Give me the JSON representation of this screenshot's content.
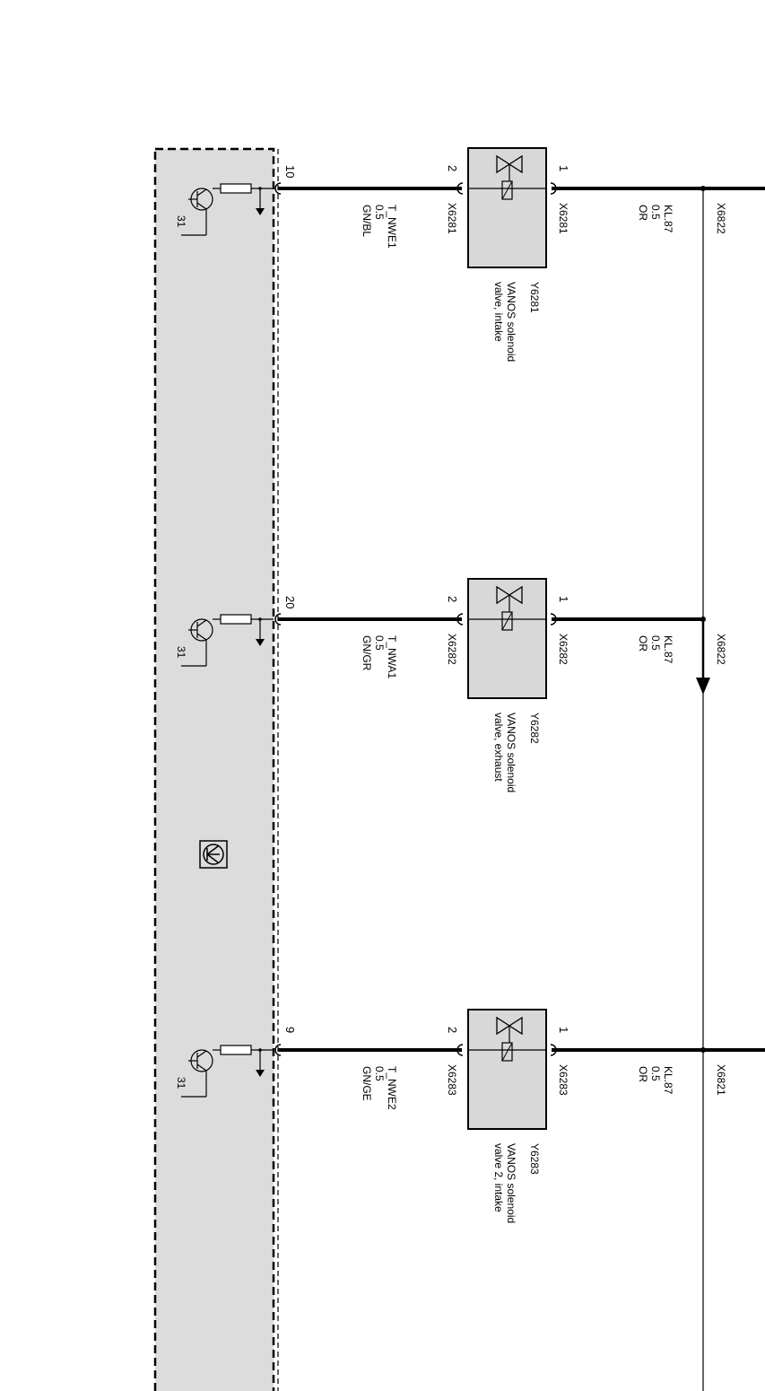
{
  "colors": {
    "module_fill": "#dcdcdc",
    "component_fill": "#d8d8d8",
    "line": "#000000"
  },
  "module": {
    "ground_icon": "ground-symbol-icon"
  },
  "channels": [
    {
      "ecu_pin": "10",
      "ground": "31",
      "signal": {
        "name": "T_NWE1",
        "size": "0.5",
        "color": "GN/BL"
      },
      "connector_low": "X6281",
      "pin_low": "2",
      "valve_icon": "solenoid-valve-icon",
      "pin_high": "1",
      "connector_high": "X6281",
      "supply": {
        "name": "KL.87",
        "size": "0.5",
        "color": "OR"
      },
      "splice": "X6822",
      "component": {
        "id": "Y6281",
        "desc1": "VANOS solenoid",
        "desc2": "valve, intake"
      }
    },
    {
      "ecu_pin": "20",
      "ground": "31",
      "signal": {
        "name": "T_NWA1",
        "size": "0.5",
        "color": "GN/GR"
      },
      "connector_low": "X6282",
      "pin_low": "2",
      "valve_icon": "solenoid-valve-icon",
      "pin_high": "1",
      "connector_high": "X6282",
      "supply": {
        "name": "KL.87",
        "size": "0.5",
        "color": "OR"
      },
      "splice": "X6822",
      "component": {
        "id": "Y6282",
        "desc1": "VANOS solenoid",
        "desc2": "valve, exhaust"
      }
    },
    {
      "ecu_pin": "9",
      "ground": "31",
      "signal": {
        "name": "T_NWE2",
        "size": "0.5",
        "color": "GN/GE"
      },
      "connector_low": "X6283",
      "pin_low": "2",
      "valve_icon": "solenoid-valve-icon",
      "pin_high": "1",
      "connector_high": "X6283",
      "supply": {
        "name": "KL.87",
        "size": "0.5",
        "color": "OR"
      },
      "splice": "X6821",
      "component": {
        "id": "Y6283",
        "desc1": "VANOS solenoid",
        "desc2": "valve 2, intake"
      }
    }
  ]
}
